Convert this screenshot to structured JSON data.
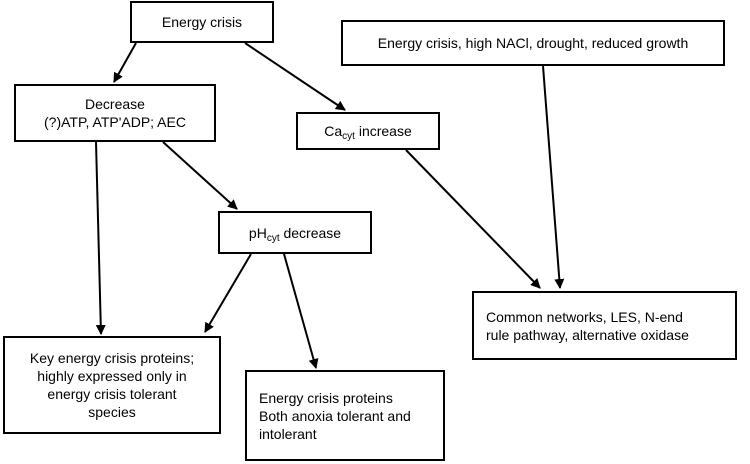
{
  "nodes": {
    "energy_crisis": {
      "lines": [
        "Energy crisis"
      ]
    },
    "stress_conditions": {
      "lines": [
        "Energy crisis, high NACl, drought, reduced growth"
      ]
    },
    "decrease": {
      "lines": [
        "Decrease",
        "(?)ATP, ATP'ADP; AEC"
      ]
    },
    "ca_increase": {
      "prefix": "Ca",
      "sub": "cyt",
      "suffix": " increase"
    },
    "ph_decrease": {
      "prefix": "pH",
      "sub": "cyt",
      "suffix": " decrease"
    },
    "common_networks": {
      "lines": [
        "Common networks, LES, N-end",
        "rule pathway, alternative oxidase"
      ]
    },
    "key_proteins": {
      "lines": [
        "Key energy crisis proteins;",
        "highly expressed only in",
        "energy crisis tolerant",
        "species"
      ]
    },
    "ec_proteins": {
      "lines": [
        "Energy crisis proteins",
        "Both anoxia tolerant and",
        "intolerant"
      ]
    }
  },
  "edges": [
    {
      "from": "energy_crisis",
      "to": "decrease"
    },
    {
      "from": "energy_crisis",
      "to": "ca_increase"
    },
    {
      "from": "decrease",
      "to": "ph_decrease"
    },
    {
      "from": "decrease",
      "to": "key_proteins"
    },
    {
      "from": "ph_decrease",
      "to": "key_proteins"
    },
    {
      "from": "ph_decrease",
      "to": "ec_proteins"
    },
    {
      "from": "ca_increase",
      "to": "common_networks"
    },
    {
      "from": "stress_conditions",
      "to": "common_networks"
    }
  ]
}
